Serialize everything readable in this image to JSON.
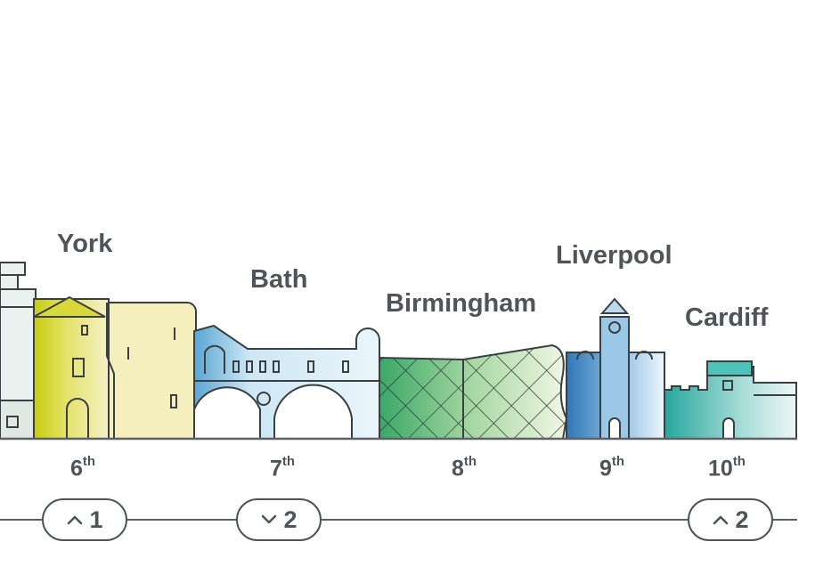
{
  "cities": [
    {
      "name": "York",
      "rank": "6",
      "suffix": "th",
      "change": {
        "direction": "up",
        "value": "1"
      }
    },
    {
      "name": "Bath",
      "rank": "7",
      "suffix": "th",
      "change": {
        "direction": "down",
        "value": "2"
      }
    },
    {
      "name": "Birmingham",
      "rank": "8",
      "suffix": "th"
    },
    {
      "name": "Liverpool",
      "rank": "9",
      "suffix": "th"
    },
    {
      "name": "Cardiff",
      "rank": "10",
      "suffix": "th",
      "change": {
        "direction": "up",
        "value": "2"
      }
    }
  ],
  "colors": {
    "text": "#4f5459",
    "york": "#d7d92a",
    "bath": "#bfe0f0",
    "birmingham": "#59b47a",
    "liverpool": "#4a8fc4",
    "cardiff": "#3fb8b0"
  },
  "icons": [
    "chevron-up-icon",
    "chevron-down-icon"
  ]
}
